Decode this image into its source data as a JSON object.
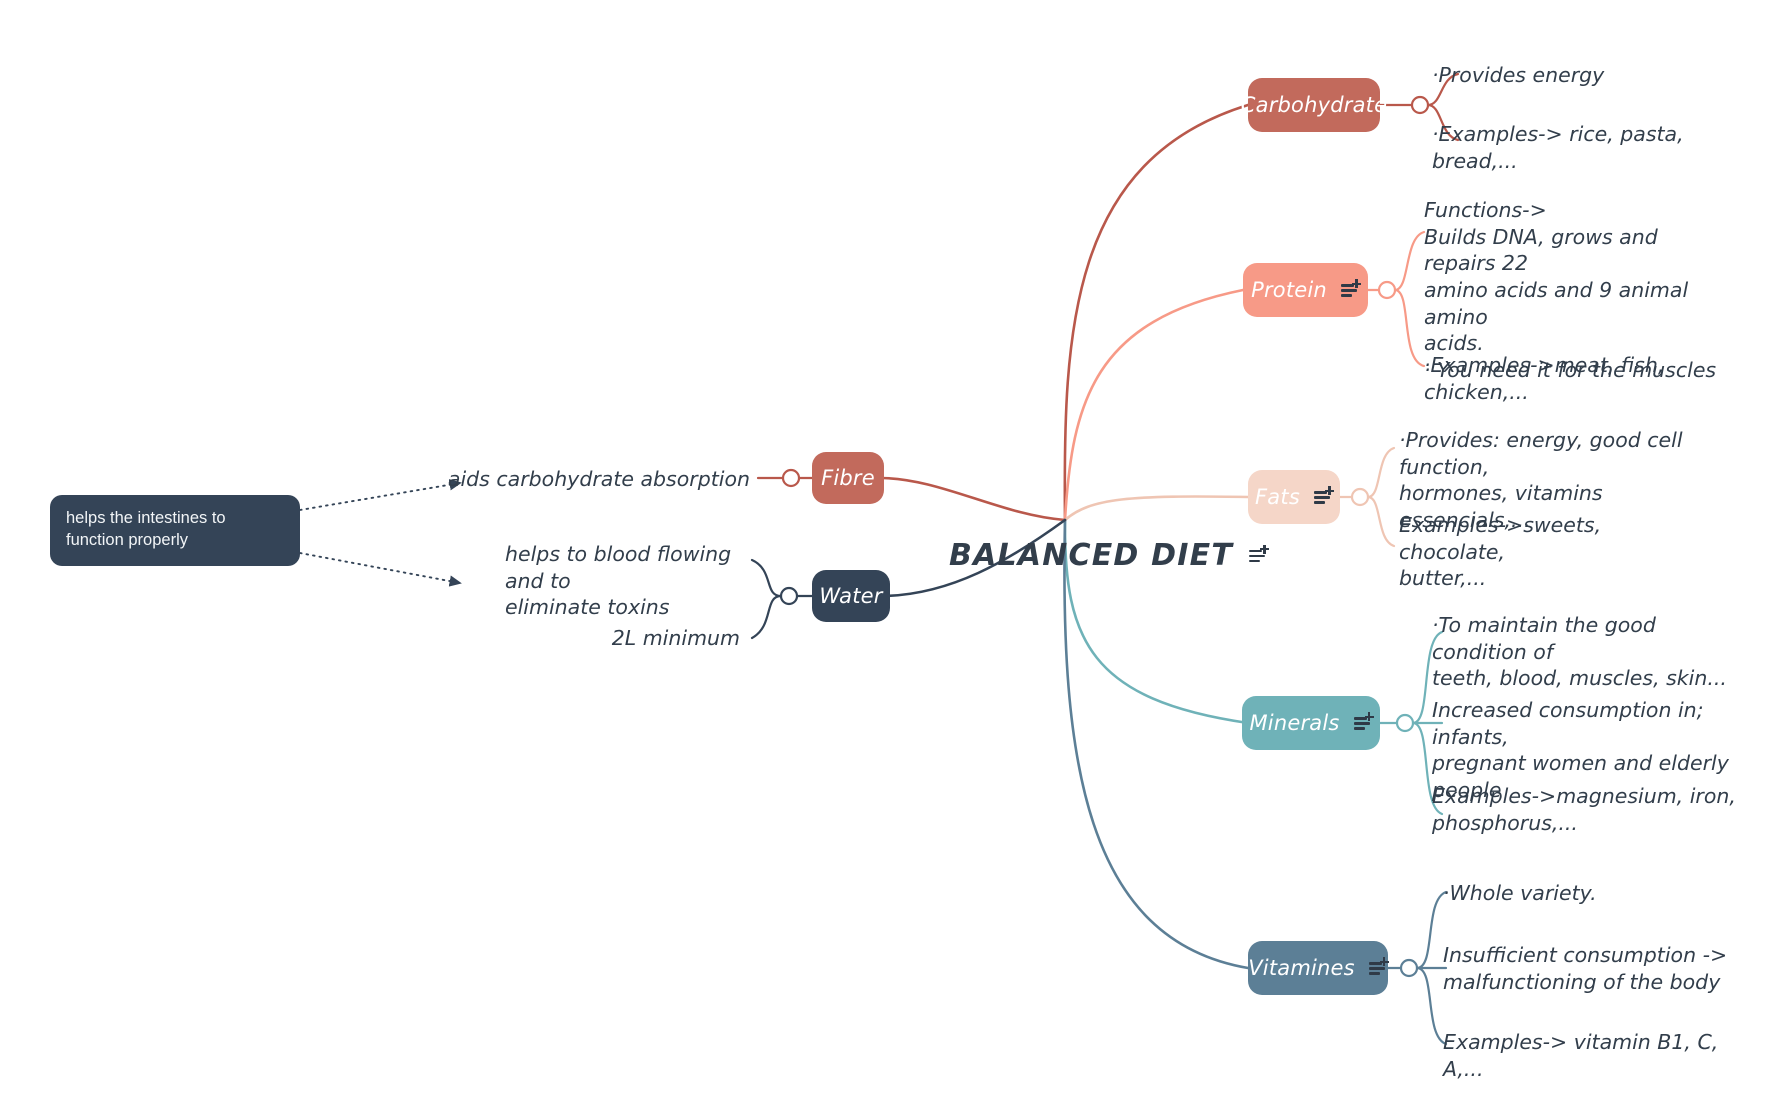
{
  "root": {
    "title": "BALANCED DIET",
    "icon": "note-add-icon",
    "text_color": "#323e4b"
  },
  "callout": {
    "text": "helps the intestines to function properly",
    "bg": "#344457",
    "text_color": "#f2f5f7"
  },
  "branches": {
    "carbohydrate": {
      "label": "Carbohydrate",
      "color": "#c26a5c",
      "has_note_icon": false,
      "leaves": [
        "·Provides energy",
        "·Examples-> rice, pasta, bread,..."
      ]
    },
    "protein": {
      "label": "Protein",
      "color": "#f79a87",
      "has_note_icon": true,
      "leaves": [
        "Functions->\nBuilds DNA, grows and repairs 22\namino acids and 9 animal amino\nacids.\n· You need it for the muscles",
        "·Examples->meat, fish, chicken,..."
      ]
    },
    "fats": {
      "label": "Fats",
      "color": "#f5d6c8",
      "has_note_icon": true,
      "leaves": [
        "·Provides: energy, good cell function,\nhormones, vitamins essencials,...",
        "Examples->sweets, chocolate,\nbutter,..."
      ]
    },
    "minerals": {
      "label": "Minerals",
      "color": "#6fb2b8",
      "has_note_icon": true,
      "leaves": [
        "·To maintain the good condition of\nteeth, blood, muscles, skin...",
        "Increased consumption in; infants,\npregnant women and elderly people",
        "Examples->magnesium, iron,\nphosphorus,..."
      ]
    },
    "vitamines": {
      "label": "Vitamines",
      "color": "#5c7f96",
      "has_note_icon": true,
      "leaves": [
        "·Whole variety.",
        "Insufficient consumption ->\nmalfunctioning of the body",
        "Examples-> vitamin B1, C, A,..."
      ]
    },
    "fibre": {
      "label": "Fibre",
      "color": "#c26a5c",
      "has_note_icon": false,
      "leaves": [
        "aids carbohydrate absorption"
      ]
    },
    "water": {
      "label": "Water",
      "color": "#344457",
      "has_note_icon": false,
      "leaves": [
        "helps to blood flowing and to\neliminate toxins",
        "2L minimum"
      ]
    }
  }
}
